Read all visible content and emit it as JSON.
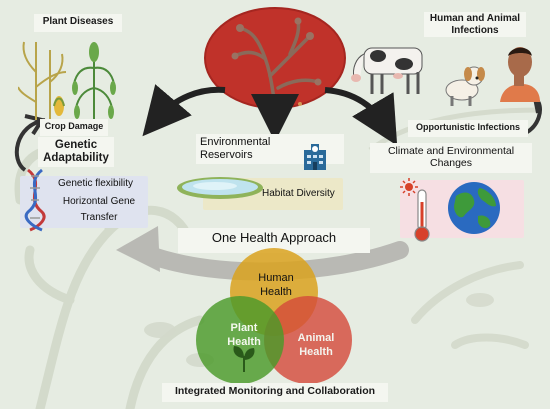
{
  "labels": {
    "plant_diseases": "Plant Diseases",
    "human_animal_infections": "Human and Animal Infections",
    "crop_damage": "Crop Damage",
    "genetic_adaptability": "Genetic Adaptability",
    "genetic_flexibility": "Genetic flexibility",
    "horizontal_gene_transfer": "Horizontal Gene Transfer",
    "environmental_reservoirs": "Environmental Reservoirs",
    "habitat_diversity": "Habitat Diversity",
    "opportunistic_infections": "Opportunistic Infections",
    "climate_changes": "Climate and Environmental Changes",
    "one_health_approach": "One Health Approach",
    "human_health": "Human Health",
    "plant_health": "Plant Health",
    "animal_health": "Animal Health",
    "integrated_monitoring": "Integrated Monitoring and Collaboration"
  },
  "colors": {
    "background": "#e6ece2",
    "label_box": "#f4f6f0",
    "human_circle": "#d9a21e",
    "plant_circle": "#4a9a2a",
    "animal_circle": "#d4483a",
    "genetic_box": "#dfe3ef",
    "climate_box": "#f6dfe3",
    "habitat_box": "#ece8c8",
    "fungus_red": "#c0322a"
  },
  "icons": [
    "corn-icon",
    "wheat-icon",
    "dna-icon",
    "lake-icon",
    "hospital-icon",
    "cow-icon",
    "dog-icon",
    "person-icon",
    "thermometer-icon",
    "sun-icon",
    "globe-icon",
    "fungus-icon",
    "plant-sprout-icon"
  ]
}
